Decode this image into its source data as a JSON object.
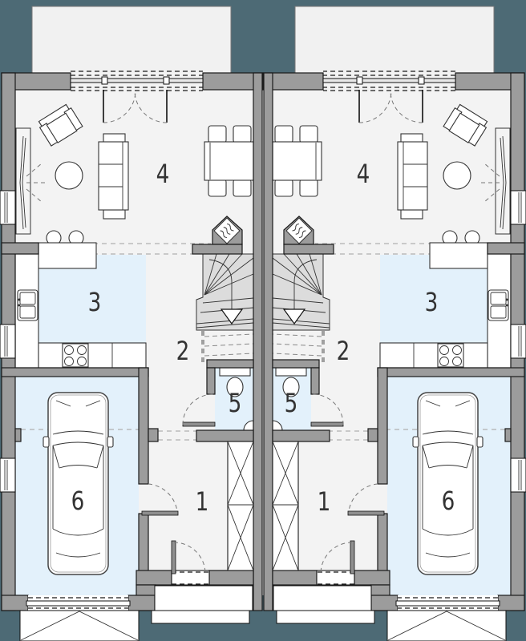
{
  "plan": {
    "room_labels": {
      "vestibule": "1",
      "hall": "2",
      "kitchen": "3",
      "living_room": "4",
      "wc": "5",
      "garage": "6"
    },
    "units": {
      "left": "left unit",
      "right": "right unit"
    }
  },
  "colors": {
    "background": "#4d6a75",
    "wall": "#9c9c9c",
    "floor": "#f3f3f3",
    "water_blue": "#e3f1fb",
    "stair_gray": "#dcdcdc",
    "terrace": "#f1f1f1",
    "line": "#1a1a1a"
  }
}
